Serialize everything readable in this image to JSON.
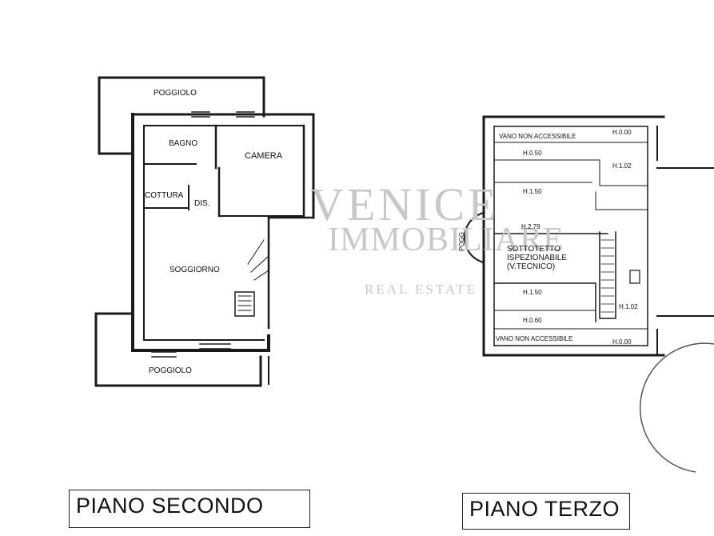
{
  "floor_second": {
    "rooms": {
      "poggiolo_top": "POGGIOLO",
      "bagno": "BAGNO",
      "camera": "CAMERA",
      "cottura": "COTTURA",
      "dis": "DIS.",
      "soggiorno": "SOGGIORNO",
      "poggiolo_bottom": "POGGIOLO"
    },
    "title": "PIANO SECONDO"
  },
  "floor_third": {
    "rooms": {
      "vano_top": "VANO NON ACCESSIBILE",
      "vano_bottom": "VANO NON ACCESSIBILE",
      "sottotetto": "SOTTOTETTO\nISPEZIONABILE\n(V.TECNICO)",
      "pogg": "POGG"
    },
    "heights": {
      "h_top_right": "H.0.00",
      "h_050": "H.0.50",
      "h_102_top": "H.1.02",
      "h_150_top": "H.1.50",
      "h_279": "H.2.79",
      "h_150_bottom": "H.1.50",
      "h_102_bottom": "H.1.02",
      "h_060": "H.0.60",
      "h_bottom_right": "H.0.00"
    },
    "title": "PIANO TERZO"
  },
  "watermark": {
    "line1": "VENICE",
    "line2": "IMMOBILIARE",
    "line3": "REAL ESTATE"
  },
  "colors": {
    "wall": "#1a1a1a",
    "watermark": "#b8b8b8"
  }
}
